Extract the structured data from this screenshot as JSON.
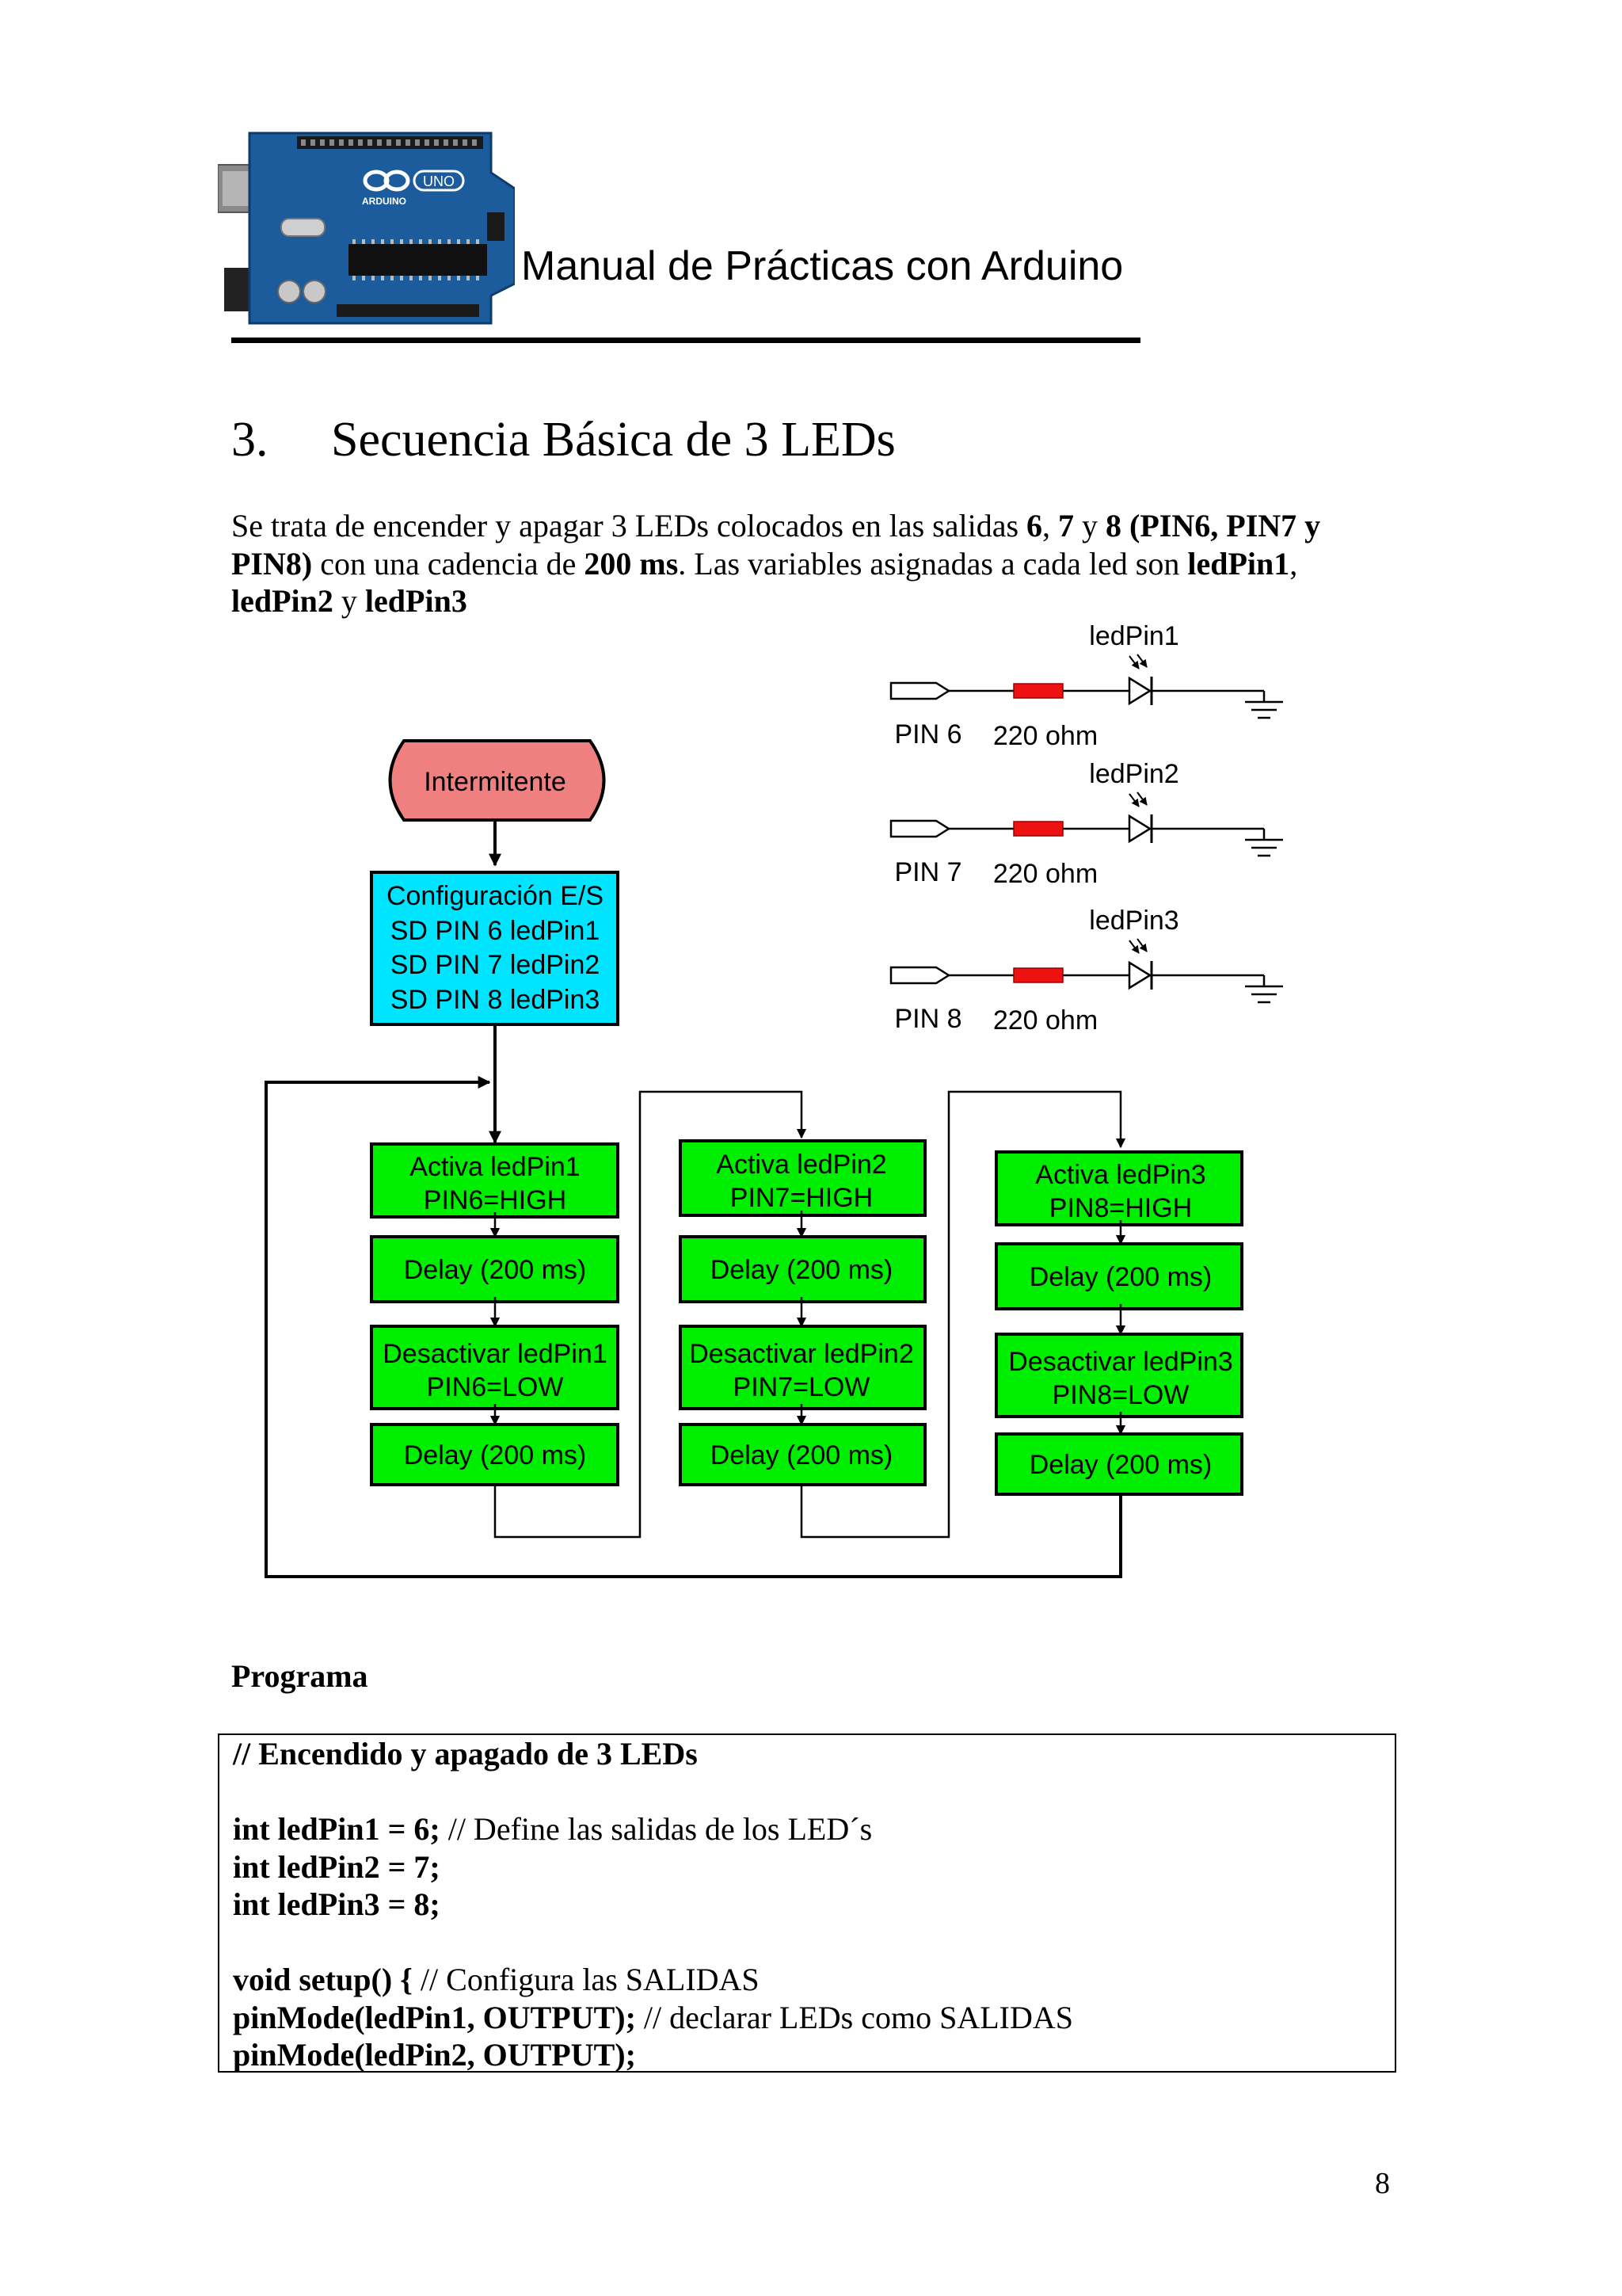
{
  "header": {
    "title": "Manual de Prácticas con Arduino",
    "logo_alt": "Arduino UNO board",
    "logo_texts": {
      "uno": "UNO",
      "brand": "ARDUINO"
    }
  },
  "section": {
    "number": "3.",
    "title": "Secuencia Básica de 3 LEDs"
  },
  "intro": {
    "parts": [
      {
        "text": "Se trata de encender y apagar 3 LEDs colocados en las salidas ",
        "bold": false
      },
      {
        "text": "6",
        "bold": true
      },
      {
        "text": ", ",
        "bold": false
      },
      {
        "text": "7",
        "bold": true
      },
      {
        "text": " y ",
        "bold": false
      },
      {
        "text": "8 (PIN6, PIN7 y PIN8)",
        "bold": true
      },
      {
        "text": " con una cadencia de ",
        "bold": false
      },
      {
        "text": "200 ms",
        "bold": true
      },
      {
        "text": ". Las variables asignadas a cada led son ",
        "bold": false
      },
      {
        "text": "ledPin1",
        "bold": true
      },
      {
        "text": ", ",
        "bold": false
      },
      {
        "text": "ledPin2",
        "bold": true
      },
      {
        "text": " y ",
        "bold": false
      },
      {
        "text": "ledPin3",
        "bold": true
      }
    ]
  },
  "circuit": {
    "rows": [
      {
        "pin_label": "PIN 6",
        "resistor_label": "220 ohm",
        "led_label": "ledPin1"
      },
      {
        "pin_label": "PIN 7",
        "resistor_label": "220 ohm",
        "led_label": "ledPin2"
      },
      {
        "pin_label": "PIN 8",
        "resistor_label": "220 ohm",
        "led_label": "ledPin3"
      }
    ],
    "colors": {
      "resistor": "#ee1111",
      "wire": "#000000"
    }
  },
  "flowchart": {
    "start": "Intermitente",
    "config": [
      "Configuración E/S",
      "SD PIN 6 ledPin1",
      "SD PIN 7 ledPin2",
      "SD PIN 8 ledPin3"
    ],
    "columns": [
      {
        "activate": [
          "Activa ledPin1",
          "PIN6=HIGH"
        ],
        "delay1": "Delay (200 ms)",
        "deactivate": [
          "Desactivar ledPin1",
          "PIN6=LOW"
        ],
        "delay2": "Delay (200 ms)"
      },
      {
        "activate": [
          "Activa ledPin2",
          "PIN7=HIGH"
        ],
        "delay1": "Delay (200 ms)",
        "deactivate": [
          "Desactivar ledPin2",
          "PIN7=LOW"
        ],
        "delay2": "Delay (200 ms)"
      },
      {
        "activate": [
          "Activa ledPin3",
          "PIN8=HIGH"
        ],
        "delay1": "Delay (200 ms)",
        "deactivate": [
          "Desactivar ledPin3",
          "PIN8=LOW"
        ],
        "delay2": "Delay (200 ms)"
      }
    ],
    "colors": {
      "start": "#f08080",
      "config": "#00e5ff",
      "step": "#00ee00"
    }
  },
  "program": {
    "label": "Programa",
    "lines": [
      [
        {
          "text": "// Encendido y apagado de 3 LEDs",
          "bold": true
        }
      ],
      [],
      [
        {
          "text": "int ledPin1 = 6;",
          "bold": true
        },
        {
          "text": " // Define las salidas de los LED´s",
          "bold": false
        }
      ],
      [
        {
          "text": "int ledPin2 = 7;",
          "bold": true
        }
      ],
      [
        {
          "text": "int ledPin3 = 8;",
          "bold": true
        }
      ],
      [],
      [
        {
          "text": "void setup() {",
          "bold": true
        },
        {
          "text": " // Configura las SALIDAS",
          "bold": false
        }
      ],
      [
        {
          "text": "pinMode(ledPin1, OUTPUT);",
          "bold": true
        },
        {
          "text": " // declarar LEDs como SALIDAS",
          "bold": false
        }
      ],
      [
        {
          "text": "pinMode(ledPin2, OUTPUT);",
          "bold": true
        }
      ]
    ]
  },
  "page_number": "8"
}
